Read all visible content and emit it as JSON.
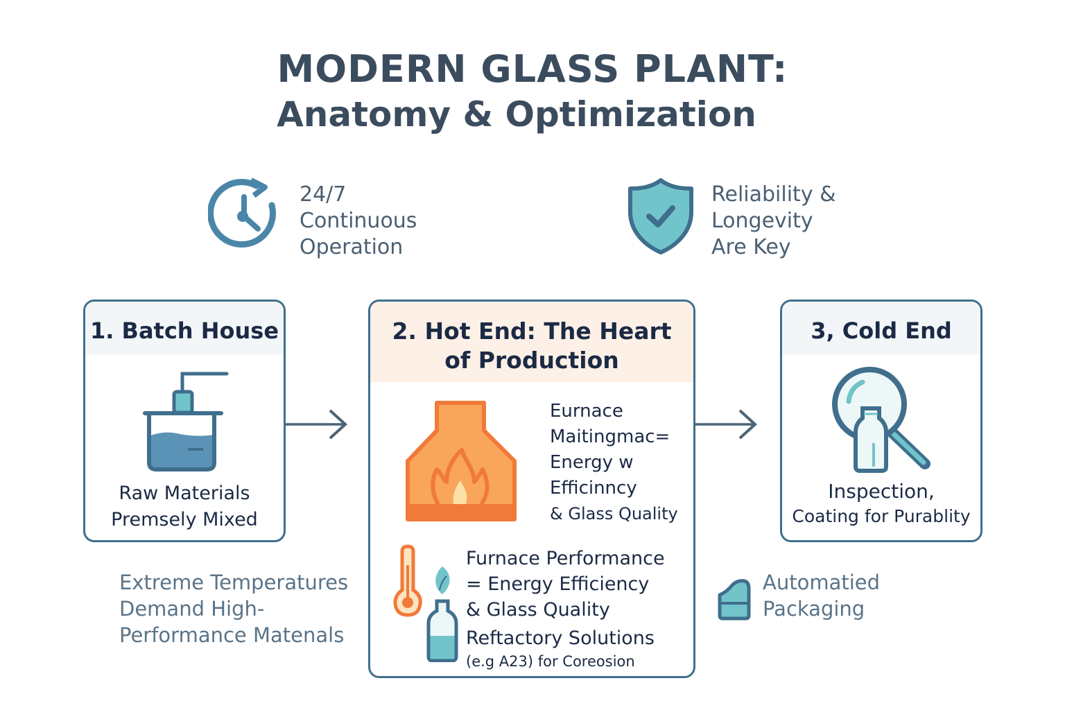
{
  "header": {
    "title_line1": "MODERN GLASS PLANT:",
    "title_line2": "Anatomy & Optimization"
  },
  "features": [
    {
      "icon": "clock-icon",
      "lines": [
        "24/7",
        "Continuous",
        "Operation"
      ]
    },
    {
      "icon": "shield-check-icon",
      "lines": [
        "Reliability &",
        "Longevity",
        "Are Key"
      ]
    }
  ],
  "stages": {
    "batch_house": {
      "title": "1. Batch House",
      "icon": "mixing-vessel-icon",
      "lines": [
        "Raw Materials",
        "Premsely Mixed"
      ]
    },
    "hot_end": {
      "title_line1": "2. Hot End: The Heart",
      "title_line2": "of Production",
      "furnace_lines": [
        "Eurnace",
        "Maitingmac=",
        "Energy w",
        "Efficinncy",
        "& Glass Quality"
      ],
      "performance_lines": [
        "Furnace Performance",
        "= Energy Efficiency",
        "& Glass Quality"
      ],
      "refractory_line": "Reftactory Solutions",
      "refractory_sub": "(e.g  A23) for Coreosion"
    },
    "cold_end": {
      "title": "3, Cold End",
      "icon": "magnifier-bottle-icon",
      "lines": [
        "Inspection,",
        "Coating for Purablity"
      ]
    }
  },
  "notes": {
    "temperatures": [
      "Extreme Temperatures",
      "Demand High-",
      "Performance  Matenals"
    ],
    "packaging": [
      "Automatied",
      "Packaging"
    ]
  },
  "colors": {
    "border": "#3f6f8c",
    "teal": "#6cc4c8",
    "orange": "#f07a3a",
    "orange_fill": "#f9a55a",
    "hot_header": "#fdf0e6"
  }
}
